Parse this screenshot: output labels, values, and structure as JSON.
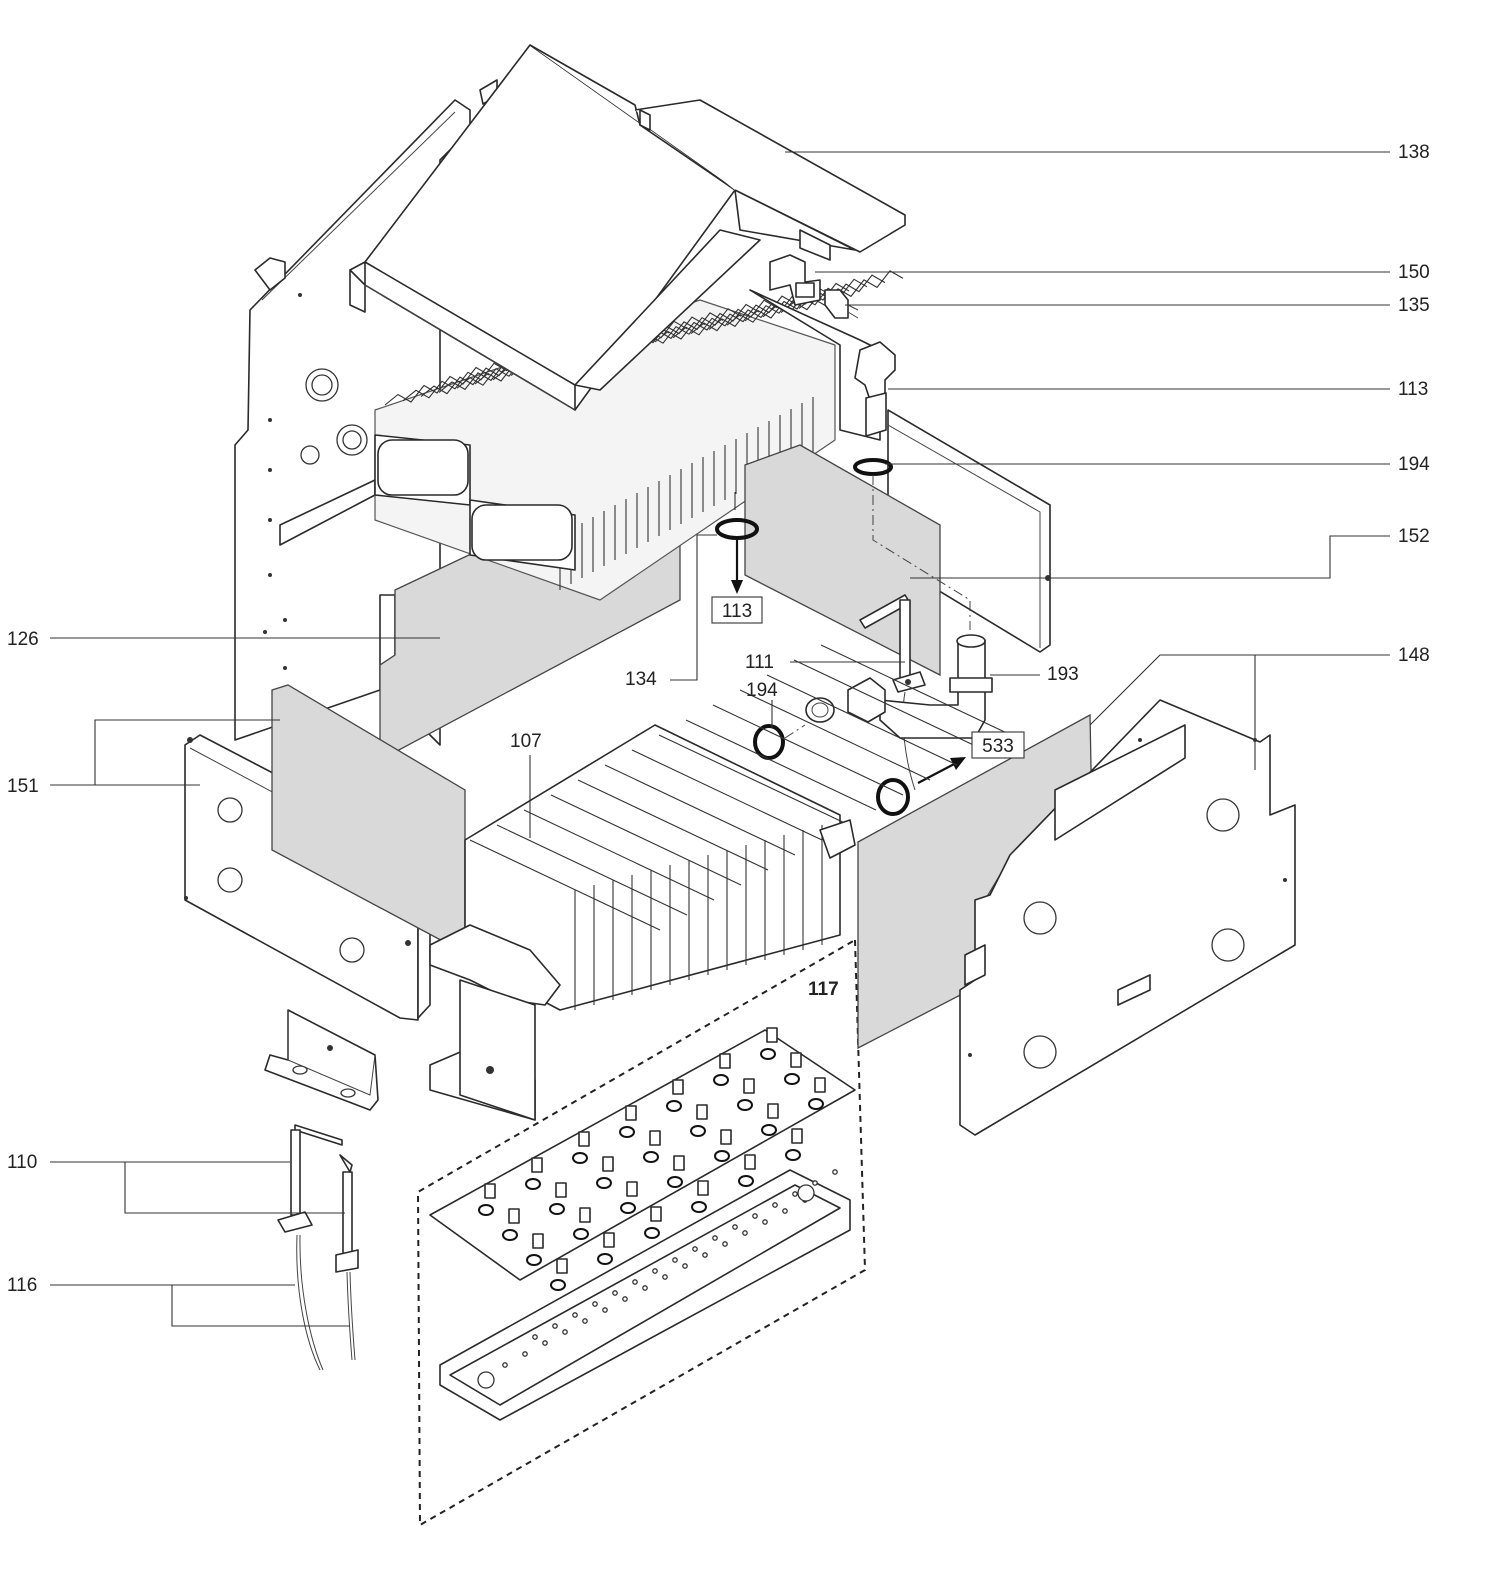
{
  "callouts": [
    {
      "id": "138",
      "label": "138"
    },
    {
      "id": "150",
      "label": "150"
    },
    {
      "id": "135",
      "label": "135"
    },
    {
      "id": "113",
      "label": "113"
    },
    {
      "id": "194",
      "label": "194"
    },
    {
      "id": "152",
      "label": "152"
    },
    {
      "id": "148",
      "label": "148"
    },
    {
      "id": "126",
      "label": "126"
    },
    {
      "id": "151",
      "label": "151"
    },
    {
      "id": "134",
      "label": "134"
    },
    {
      "id": "111",
      "label": "111"
    },
    {
      "id": "194b",
      "label": "194"
    },
    {
      "id": "193",
      "label": "193"
    },
    {
      "id": "107",
      "label": "107"
    },
    {
      "id": "117",
      "label": "117"
    },
    {
      "id": "110",
      "label": "110"
    },
    {
      "id": "116",
      "label": "116"
    }
  ],
  "references": [
    {
      "id": "ref113",
      "label": "113"
    },
    {
      "id": "ref533",
      "label": "533"
    }
  ]
}
